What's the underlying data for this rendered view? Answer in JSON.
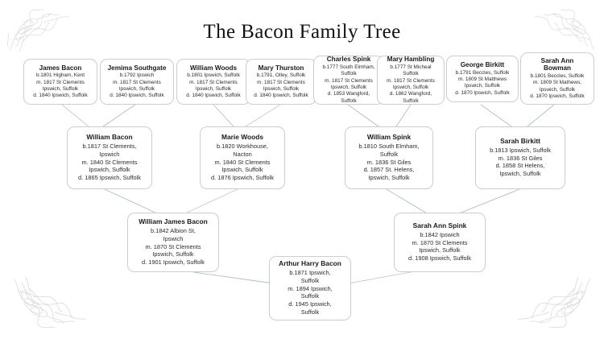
{
  "title": "The Bacon Family Tree",
  "ornaments": {
    "names": [
      "corner-flourish-top-left",
      "corner-flourish-top-right",
      "corner-flourish-bottom-left",
      "corner-flourish-bottom-right"
    ],
    "color": "#b9bfc9"
  },
  "colors": {
    "box_border": "#c9cdd4",
    "connector_blue": "#aebcca",
    "connector_pink": "#d8c3c9",
    "text": "#1a1a1a",
    "background": "#ffffff"
  },
  "generations": {
    "gen1": [
      {
        "id": "james-bacon",
        "name": "James Bacon",
        "birth": "b.1801 Higham, Kent",
        "marriage": "m. 1817 St Clements\nIpswich, Suffolk",
        "death": "d. 1840 Ipswich, Suffolk"
      },
      {
        "id": "jemima-southgate",
        "name": "Jemima Southgate",
        "birth": "b.1792 Ipswich",
        "marriage": "m. 1817 St Clements\nIpswich, Suffolk",
        "death": "d. 1840 Ipswich, Suffolk"
      },
      {
        "id": "william-woods",
        "name": "William Woods",
        "birth": "b.1801 Ipswich, Suffolk",
        "marriage": "m. 1817 St Clements\nIpswich, Suffolk",
        "death": "d. 1840 Ipswich, Suffolk"
      },
      {
        "id": "mary-thurston",
        "name": "Mary Thurston",
        "birth": "b.1791, Otley, Suffolk",
        "marriage": "m. 1817 St Clements\nIpswich, Suffolk",
        "death": "d. 1840 Ipswich, Suffolk"
      },
      {
        "id": "charles-spink",
        "name": "Charles Spink",
        "birth": "b.1777 South Elmham,\nSuffolk",
        "marriage": "m. 1817 St Clements\nIpswich, Suffolk",
        "death": "d. 1853 Wangford,\nSuffolk"
      },
      {
        "id": "mary-hambling",
        "name": "Mary Hambling",
        "birth": "b.1777 St Micheal\nSuffolk",
        "marriage": "m. 1817 St Clements\nIpswich, Suffolk",
        "death": "d. 1862 Wangford,\nSuffolk"
      },
      {
        "id": "george-birkitt",
        "name": "George Birkitt",
        "birth": "b.1791 Beccles, Suffolk",
        "marriage": "m. 1809 St Matthews\nIpswich, Suffolk",
        "death": "d. 1870 Ipswich, Suffolk"
      },
      {
        "id": "sarah-ann-bowman",
        "name": "Sarah Ann\nBowman",
        "birth": "b.1801 Beccles, Suffolk",
        "marriage": "m. 1809 St Mathews,\nIpswich, Suffolk",
        "death": "d. 1870 Ipswich, Suffolk"
      }
    ],
    "gen2": [
      {
        "id": "william-bacon",
        "name": "William Bacon",
        "birth": "b.1817 St Clements,\nIpswich",
        "marriage": "m. 1840 St Clements\nIpswich, Suffolk",
        "death": "d. 1865 Ipswich, Suffolk"
      },
      {
        "id": "marie-woods",
        "name": "Marie Woods",
        "birth": "b.1820 Workhouse,\nNacton",
        "marriage": "m. 1840 St Clements\nIpswich, Suffolk",
        "death": "d. 1876 Ipswich, Suffolk"
      },
      {
        "id": "william-spink",
        "name": "William Spink",
        "birth": "b.1810 South Elmham,\nSuffolk",
        "marriage": "m. 1836 St Giles",
        "death": "d. 1857 St. Helens,\nIpswich, Suffolk"
      },
      {
        "id": "sarah-birkitt",
        "name": "Sarah Birkitt",
        "birth": "b.1813 Ipswich, Suffolk",
        "marriage": "m. 1836 St Giles",
        "death": "d. 1858 St Helens,\nIpswich, Suffolk"
      }
    ],
    "gen3": [
      {
        "id": "william-james-bacon",
        "name": "William James Bacon",
        "birth": "b.1842  Albion St,\nIpswich",
        "marriage": "m. 1870  St Clements\nIpswich, Suffolk",
        "death": "d. 1901  Ipswich, Suffolk"
      },
      {
        "id": "sarah-ann-spink",
        "name": "Sarah Ann Spink",
        "birth": "b.1842  Ipswich",
        "marriage": "m. 1870  St Clements\nIpswich, Suffolk",
        "death": "d. 1908  Ipswich, Suffolk"
      }
    ],
    "gen4": [
      {
        "id": "arthur-harry-bacon",
        "name": "Arthur Harry Bacon",
        "birth": "b.1871 Ipswich,\nSuffolk",
        "marriage": "m. 1894 Ipswich,\nSuffolk",
        "death": "d. 1945 Ipswich,\nSuffolk"
      }
    ]
  }
}
